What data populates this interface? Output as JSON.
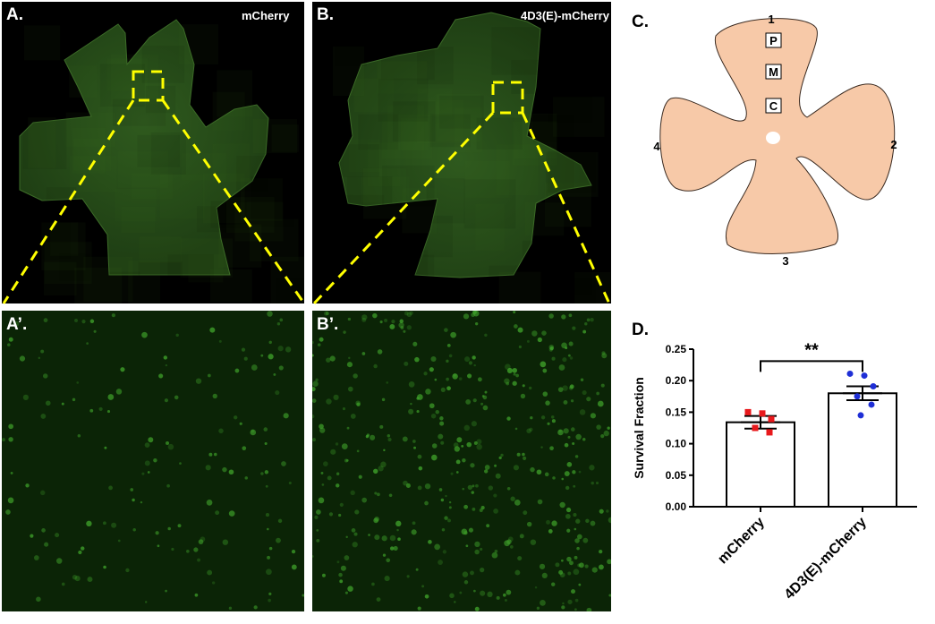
{
  "panels": {
    "a": {
      "label": "A.",
      "tag": "mCherry"
    },
    "b": {
      "label": "B.",
      "tag": "4D3(E)-mCherry"
    },
    "a_prime": {
      "label": "A’."
    },
    "b_prime": {
      "label": "B’."
    },
    "c": {
      "label": "C."
    },
    "d": {
      "label": "D."
    }
  },
  "retina_diagram": {
    "petal_numbers": [
      "1",
      "2",
      "3",
      "4"
    ],
    "zones": [
      "P",
      "M",
      "C"
    ],
    "fill_color": "#f7c9a8"
  },
  "colors": {
    "tissue_green": "#1f3f14",
    "cell_green": "#3fa12a",
    "zoom_box": "#ffff00",
    "mcherry_points": "#e8191c",
    "mutant_points": "#1f2fd6"
  },
  "chart_data": {
    "type": "bar",
    "categories": [
      "mCherry",
      "4D3(E)-mCherry"
    ],
    "values": [
      0.134,
      0.18
    ],
    "sem": [
      0.01,
      0.011
    ],
    "points": [
      [
        0.15,
        0.148,
        0.139,
        0.125,
        0.118
      ],
      [
        0.211,
        0.208,
        0.191,
        0.175,
        0.162,
        0.145
      ]
    ],
    "title": "",
    "xlabel": "",
    "ylabel": "Survival Fraction",
    "ylim": [
      0,
      0.25
    ],
    "yticks": [
      "0.00",
      "0.05",
      "0.10",
      "0.15",
      "0.20",
      "0.25"
    ],
    "significance": "**"
  }
}
